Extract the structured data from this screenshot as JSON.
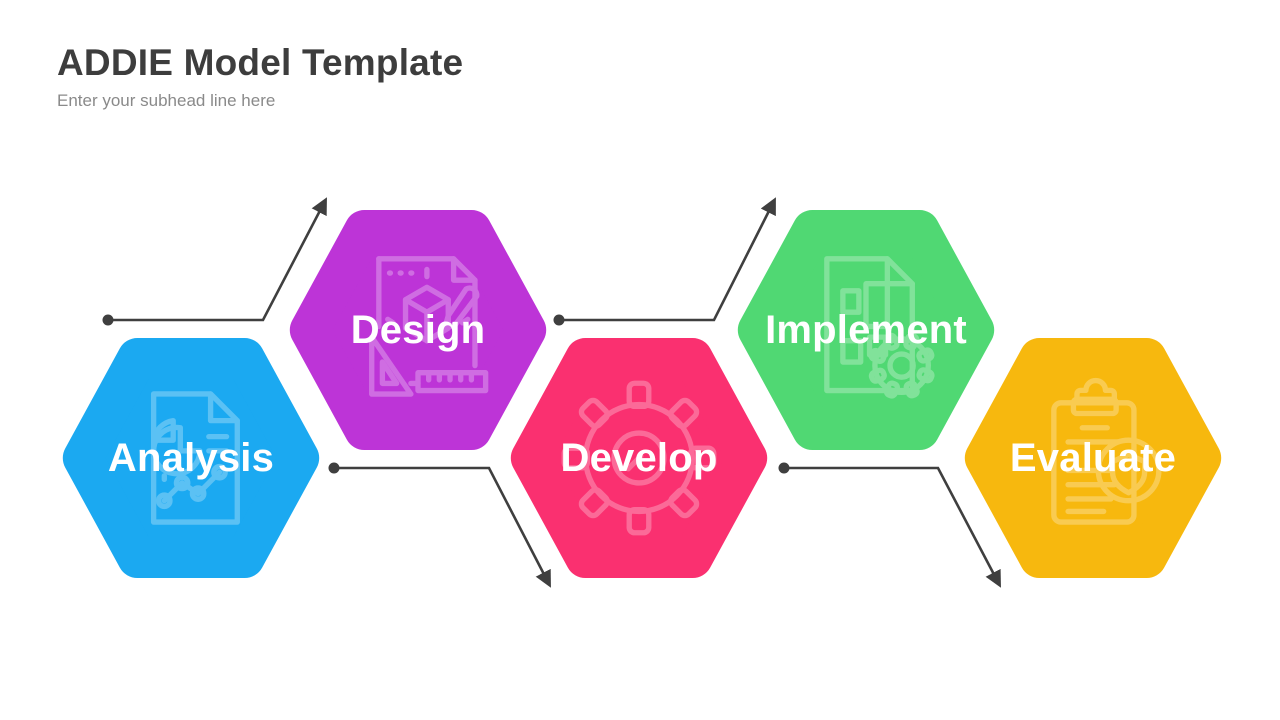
{
  "slide": {
    "title": "ADDIE Model Template",
    "subtitle": "Enter your subhead line here",
    "background": "#ffffff",
    "title_color": "#3d3d3d",
    "subtitle_color": "#8a8a8a"
  },
  "diagram": {
    "connector_color": "#3f3f3f",
    "steps": [
      {
        "label": "Analysis",
        "color": "#1ba9f1",
        "icon": "report-pie-chart-icon"
      },
      {
        "label": "Design",
        "color": "#bd34d7",
        "icon": "blueprint-cube-ruler-icon"
      },
      {
        "label": "Develop",
        "color": "#fa3070",
        "icon": "gear-icon"
      },
      {
        "label": "Implement",
        "color": "#50d873",
        "icon": "document-gear-icon"
      },
      {
        "label": "Evaluate",
        "color": "#f7b80e",
        "icon": "clipboard-shield-icon"
      }
    ]
  }
}
